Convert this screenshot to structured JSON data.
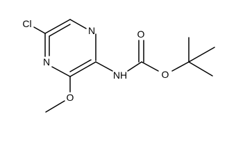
{
  "molecule": {
    "atoms": {
      "cl": "Cl",
      "n_ring_top": "N",
      "n_ring_bottom": "N",
      "nh": "NH",
      "o_carbonyl": "O",
      "o_ester": "O",
      "o_methoxy": "O"
    }
  }
}
